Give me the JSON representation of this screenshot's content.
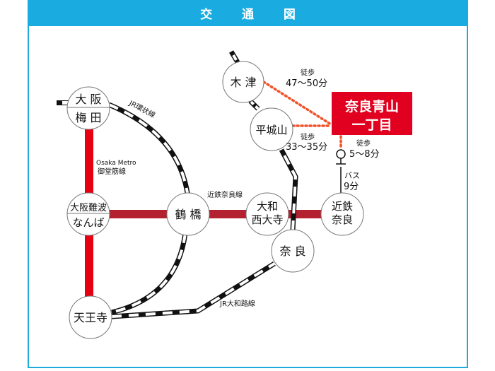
{
  "title": "交 通 図",
  "colors": {
    "header": "#1aace0",
    "frame": "#1fa9dc",
    "metro": "#e60012",
    "kintetsu": "#b3202f",
    "walk": "#f2522a",
    "destination": "#e1001f"
  },
  "destination": {
    "line1": "奈良青山",
    "line2": "一丁目"
  },
  "stations": {
    "umeda": {
      "top": "大 阪",
      "bottom": "梅 田"
    },
    "namba": {
      "top": "大阪難波",
      "bottom": "なんば"
    },
    "tennoji": {
      "label": "天王寺"
    },
    "tsuruhashi": {
      "label": "鶴 橋"
    },
    "saidaiji": {
      "line1": "大和",
      "line2": "西大寺"
    },
    "kintetsu_nara": {
      "line1": "近鉄",
      "line2": "奈良"
    },
    "nara": {
      "label": "奈 良"
    },
    "kizu": {
      "label": "木 津"
    },
    "narayama": {
      "label": "平城山"
    }
  },
  "lines": {
    "jr_loop": "JR環状線",
    "midosuji_1": "Osaka Metro",
    "midosuji_2": "御堂筋線",
    "kintetsu_nara": "近鉄奈良線",
    "jr_yamatoji": "JR大和路線"
  },
  "walks": {
    "kizu": {
      "label": "徒歩",
      "time": "47〜50分"
    },
    "narayama": {
      "label": "徒歩",
      "time": "33〜35分"
    },
    "bus_stop": {
      "label": "徒歩",
      "time": "5〜8分"
    }
  },
  "bus": {
    "label": "バス",
    "time": "9分"
  }
}
